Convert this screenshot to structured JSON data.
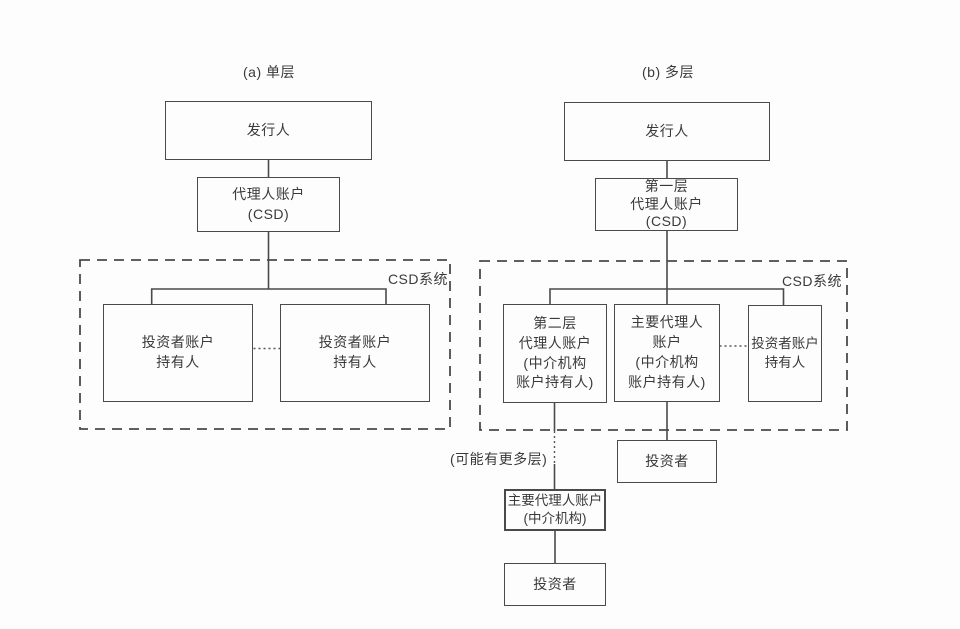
{
  "diagram": {
    "colors": {
      "line": "#4a4a4a",
      "text": "#3a3a3a",
      "background": "#fdfdfd"
    },
    "panel_a": {
      "title": "(a) 单层",
      "issuer": "发行人",
      "nominee_account": "代理人账户\n(CSD)",
      "csd_system_label": "CSD系统",
      "investor_left": "投资者账户\n持有人",
      "investor_right": "投资者账户\n持有人"
    },
    "panel_b": {
      "title": "(b) 多层",
      "issuer": "发行人",
      "tier1_account": "第一层\n代理人账户\n(CSD)",
      "csd_system_label": "CSD系统",
      "tier2_account": "第二层\n代理人账户\n(中介机构\n账户持有人)",
      "main_nominee_account": "主要代理人\n账户\n(中介机构\n账户持有人)",
      "investor_holder": "投资者账户\n持有人",
      "investor_right": "投资者",
      "more_tiers_note": "(可能有更多层)",
      "main_nominee_intermediary": "主要代理人账户\n(中介机构)",
      "investor_bottom": "投资者"
    }
  }
}
